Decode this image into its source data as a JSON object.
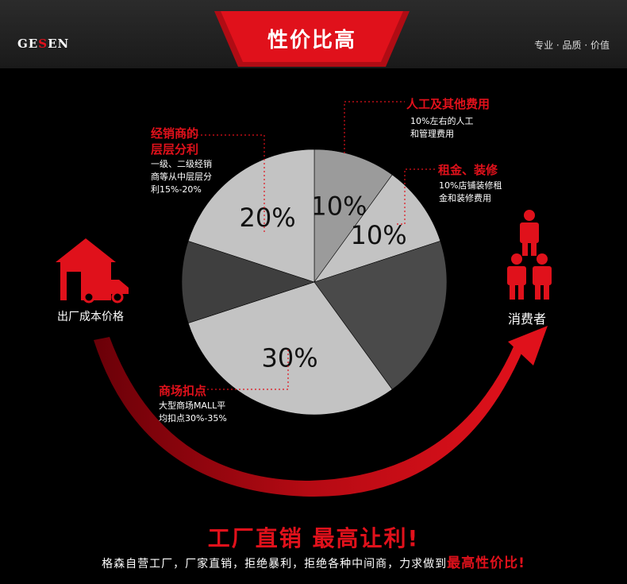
{
  "header": {
    "logo_left": "GE",
    "logo_mid": "S",
    "logo_right": "EN",
    "banner_title": "性价比高",
    "tagline": "专业 · 品质 · 价值"
  },
  "chart_data": {
    "type": "pie",
    "slices": [
      {
        "value": 10,
        "label": "10%",
        "color": "#9b9b9b"
      },
      {
        "value": 10,
        "label": "10%",
        "color": "#c3c3c3"
      },
      {
        "value": 20,
        "label": "",
        "color": "#4a4a4a"
      },
      {
        "value": 30,
        "label": "30%",
        "color": "#c3c3c3"
      },
      {
        "value": 10,
        "label": "",
        "color": "#3f3f3f"
      },
      {
        "value": 20,
        "label": "20%",
        "color": "#c3c3c3"
      }
    ]
  },
  "labels": {
    "labor": {
      "title": "人工及其他费用",
      "desc": [
        "10%左右的人工",
        "和管理费用"
      ]
    },
    "rent": {
      "title": "租金、装修",
      "desc": [
        "10%店铺装修租",
        "金和装修费用"
      ]
    },
    "dealer": {
      "title": [
        "经销商的",
        "层层分利"
      ],
      "desc": [
        "一级、二级经销",
        "商等从中层层分",
        "利15%-20%"
      ]
    },
    "mall": {
      "title": "商场扣点",
      "desc": [
        "大型商场MALL平",
        "均扣点30%-35%"
      ]
    }
  },
  "factory_label": "出厂成本价格",
  "consumer_label": "消费者",
  "footer": {
    "title": "工厂直销   最高让利!",
    "subtitle": "格森自营工厂，厂家直销，拒绝暴利，拒绝各种中间商，力求做到",
    "highlight": "最高性价比!"
  },
  "colors": {
    "accent": "#e0111b"
  }
}
